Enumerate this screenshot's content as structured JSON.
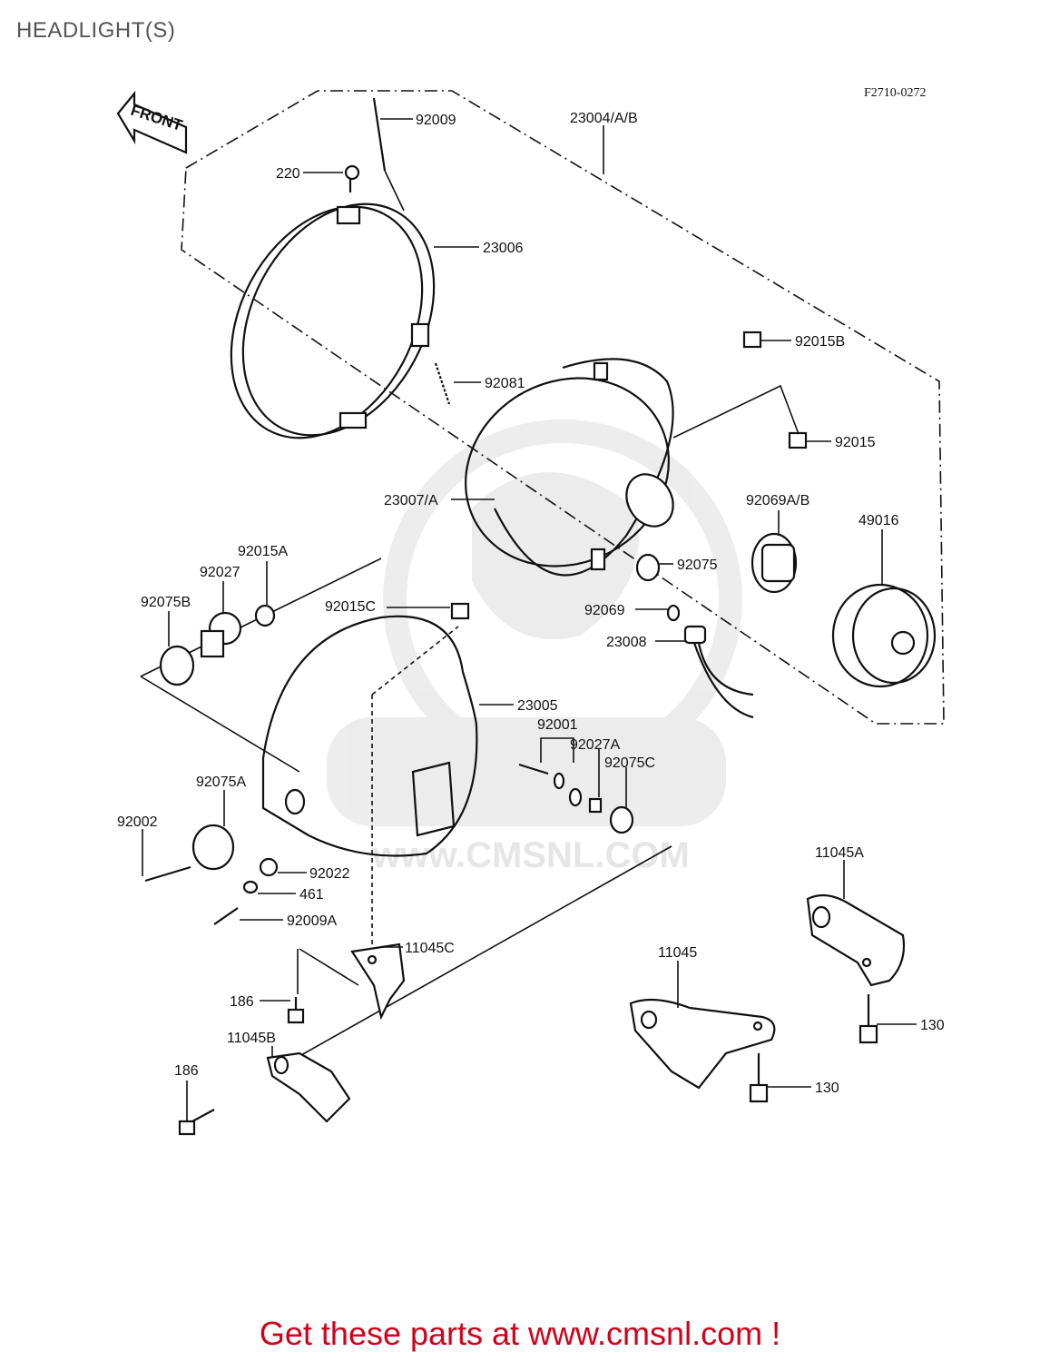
{
  "page": {
    "title": "HEADLIGHT(S)",
    "diagram_code": "F2710-0272",
    "direction_label": "FRONT",
    "footer_text": "Get these parts at www.cmsnl.com !",
    "watermark_text": "www.CMSNL.COM",
    "accent_color": "#d0021b"
  },
  "parts": [
    {
      "id": "p92009",
      "label": "92009"
    },
    {
      "id": "p23004",
      "label": "23004/A/B"
    },
    {
      "id": "p220",
      "label": "220"
    },
    {
      "id": "p23006",
      "label": "23006"
    },
    {
      "id": "p92081",
      "label": "92081"
    },
    {
      "id": "p92015B",
      "label": "92015B"
    },
    {
      "id": "p92015",
      "label": "92015"
    },
    {
      "id": "p23007",
      "label": "23007/A"
    },
    {
      "id": "p92069AB",
      "label": "92069A/B"
    },
    {
      "id": "p49016",
      "label": "49016"
    },
    {
      "id": "p92075",
      "label": "92075"
    },
    {
      "id": "p92069",
      "label": "92069"
    },
    {
      "id": "p23008",
      "label": "23008"
    },
    {
      "id": "p92015A",
      "label": "92015A"
    },
    {
      "id": "p92027",
      "label": "92027"
    },
    {
      "id": "p92075B",
      "label": "92075B"
    },
    {
      "id": "p92015C",
      "label": "92015C"
    },
    {
      "id": "p23005",
      "label": "23005"
    },
    {
      "id": "p92001",
      "label": "92001"
    },
    {
      "id": "p92027A",
      "label": "92027A"
    },
    {
      "id": "p92075C",
      "label": "92075C"
    },
    {
      "id": "p92075A",
      "label": "92075A"
    },
    {
      "id": "p92002",
      "label": "92002"
    },
    {
      "id": "p92022",
      "label": "92022"
    },
    {
      "id": "p461",
      "label": "461"
    },
    {
      "id": "p92009A",
      "label": "92009A"
    },
    {
      "id": "p11045A",
      "label": "11045A"
    },
    {
      "id": "p11045C",
      "label": "11045C"
    },
    {
      "id": "p11045",
      "label": "11045"
    },
    {
      "id": "p186a",
      "label": "186"
    },
    {
      "id": "p11045B",
      "label": "11045B"
    },
    {
      "id": "p130a",
      "label": "130"
    },
    {
      "id": "p130b",
      "label": "130"
    },
    {
      "id": "p186b",
      "label": "186"
    }
  ]
}
